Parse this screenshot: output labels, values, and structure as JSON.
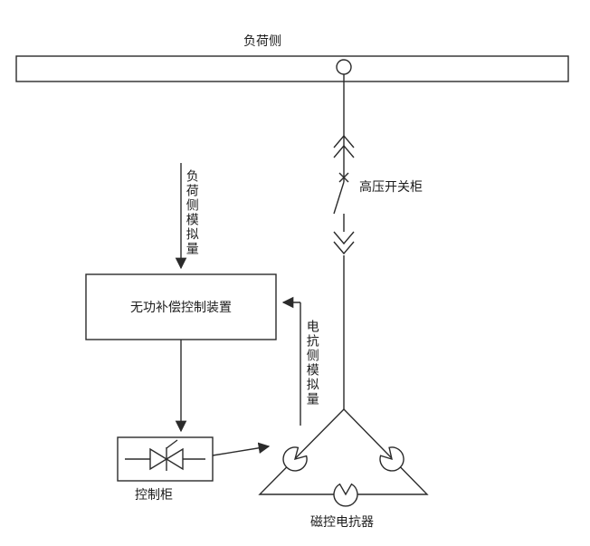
{
  "labels": {
    "load_side": "负荷侧",
    "hv_switchgear": "高压开关柜",
    "load_analog": "负荷侧模拟量",
    "control_device": "无功补偿控制装置",
    "reactor_analog": "电抗侧模拟量",
    "control_cabinet": "控制柜",
    "mcr": "磁控电抗器"
  },
  "colors": {
    "stroke": "#2b2b2b",
    "background": "#ffffff"
  }
}
